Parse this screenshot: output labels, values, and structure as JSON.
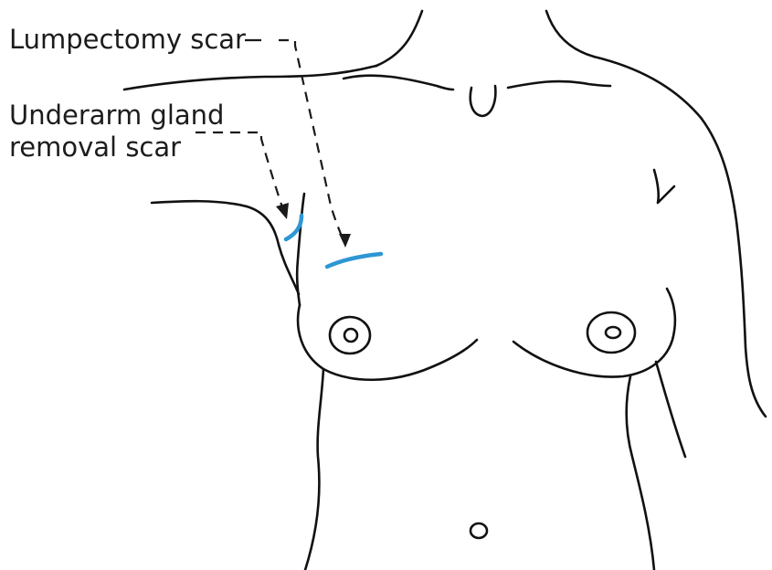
{
  "labels": {
    "lumpectomy": "Lumpectomy scar",
    "underarm_line1": "Underarm gland",
    "underarm_line2": "removal scar"
  },
  "colors": {
    "outline": "#111111",
    "scar": "#2e97d3",
    "arrow": "#1a1a1a",
    "background": "#ffffff"
  }
}
